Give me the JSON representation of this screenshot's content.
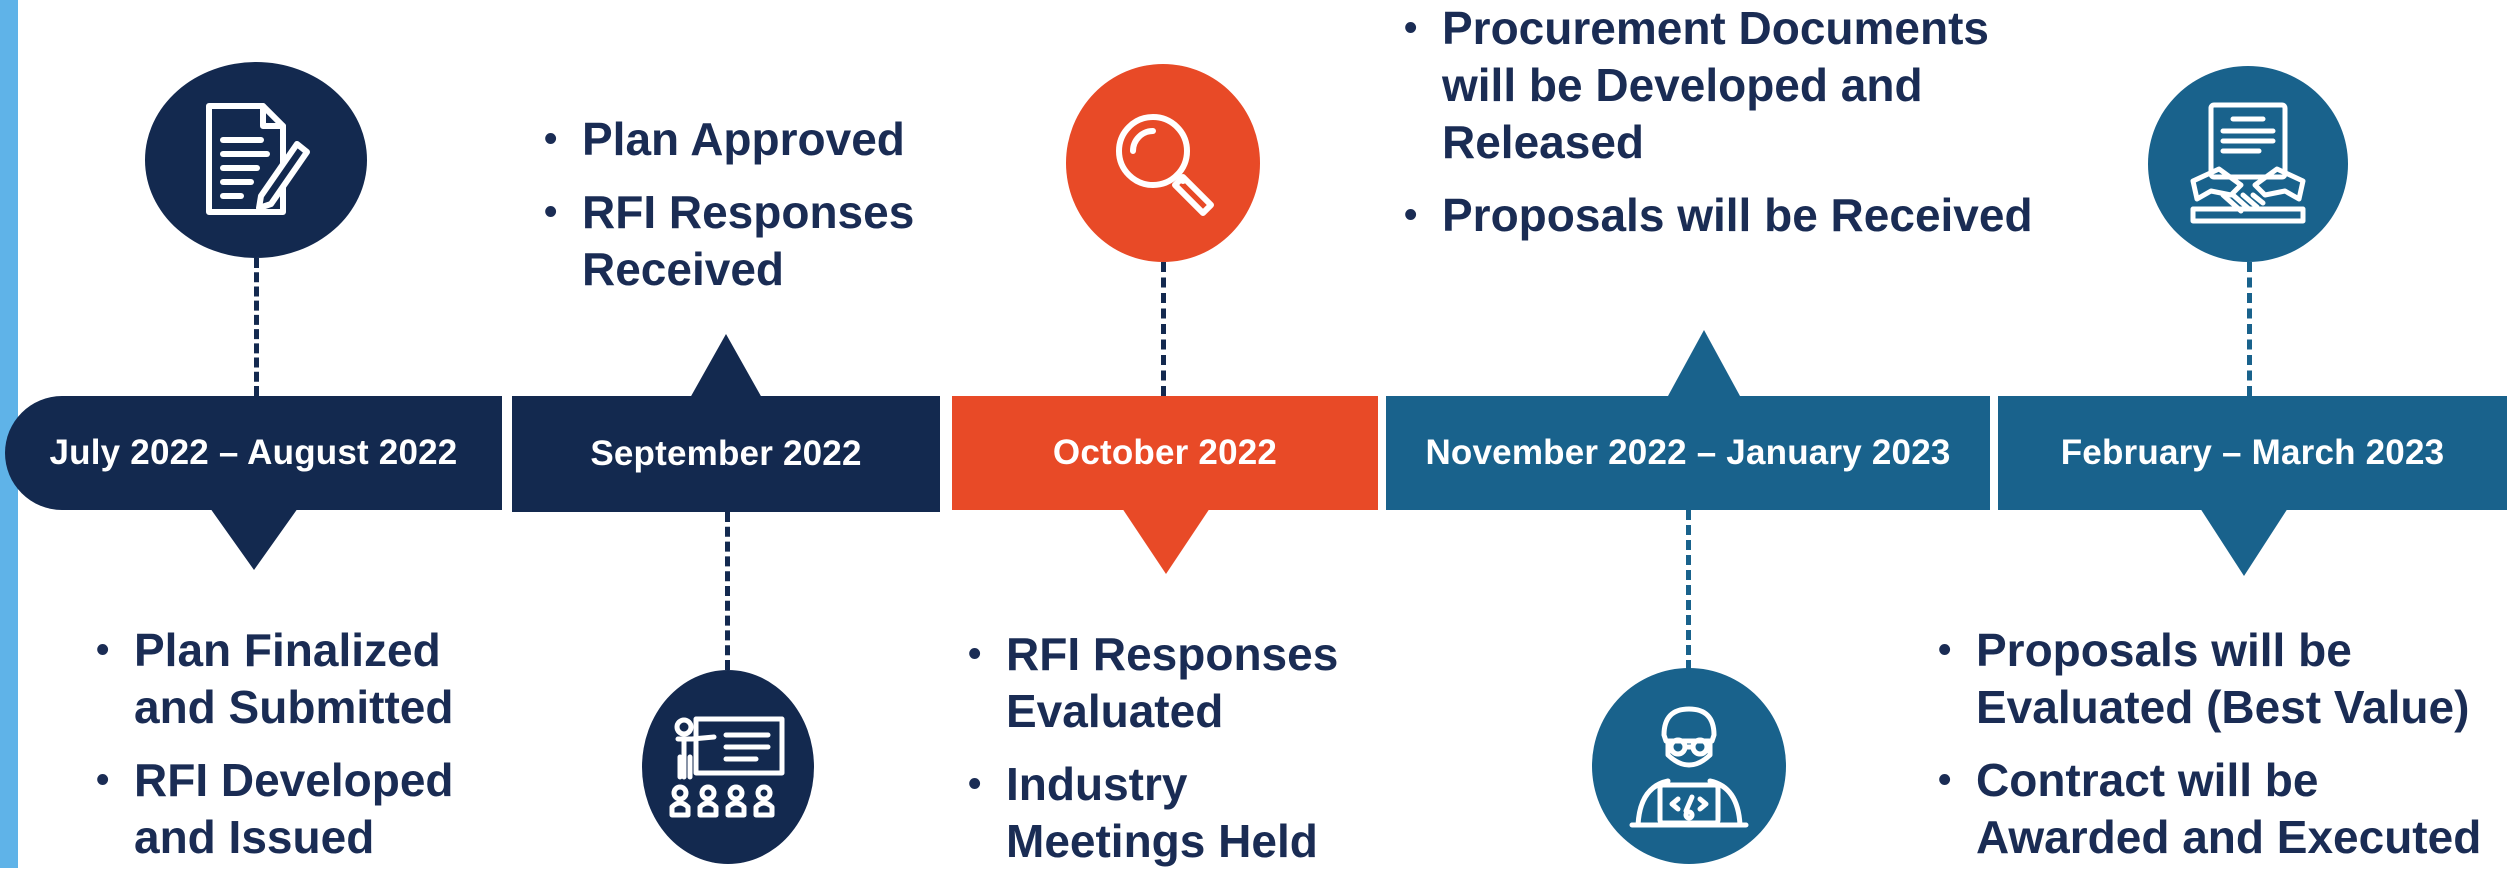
{
  "colors": {
    "navy": "#13294f",
    "orange": "#e84a27",
    "teal": "#19628c",
    "accent": "#5fb3e8",
    "text": "#1a2c54"
  },
  "phases": [
    {
      "label": "July 2022 – August 2022",
      "icon": "document-edit-icon",
      "bullets": [
        "Plan Finalized and Submitted",
        "RFI Developed and Issued"
      ]
    },
    {
      "label": "September 2022",
      "icon": "presentation-icon",
      "bullets": [
        "Plan Approved",
        "RFI Responses Received"
      ]
    },
    {
      "label": "October 2022",
      "icon": "magnifier-icon",
      "bullets": [
        "RFI Responses Evaluated",
        "Industry Meetings Held"
      ]
    },
    {
      "label": "November 2022 – January 2023",
      "icon": "developer-icon",
      "bullets": [
        "Procurement Documents will be Developed and Released",
        "Proposals will be Received"
      ]
    },
    {
      "label": "February – March  2023",
      "icon": "contract-handshake-icon",
      "bullets": [
        "Proposals will be Evaluated (Best Value)",
        "Contract will be Awarded and Executed"
      ]
    }
  ]
}
